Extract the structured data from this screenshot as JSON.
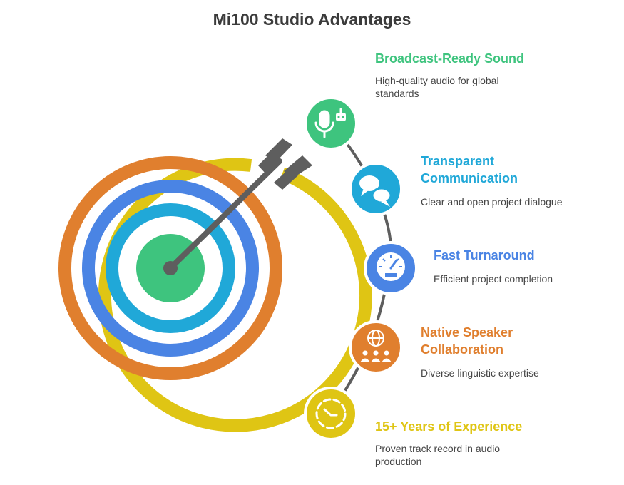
{
  "title": "Mi100 Studio Advantages",
  "items": [
    {
      "heading": "Broadcast-Ready Sound",
      "description": "High-quality audio for global standards",
      "color": "#3ec47e",
      "icon": "microphone-robot-icon"
    },
    {
      "heading": "Transparent Communication",
      "description": "Clear and open project dialogue",
      "color": "#20a8d8",
      "icon": "chat-bubbles-icon"
    },
    {
      "heading": "Fast Turnaround",
      "description": "Efficient project completion",
      "color": "#4a84e4",
      "icon": "speedometer-icon"
    },
    {
      "heading": "Native Speaker Collaboration",
      "description": "Diverse linguistic expertise",
      "color": "#e07f2e",
      "icon": "globe-people-icon"
    },
    {
      "heading": "15+ Years of Experience",
      "description": "Proven track record in audio production",
      "color": "#dfc514",
      "icon": "clock-history-icon"
    }
  ],
  "target_colors": [
    "#dfc514",
    "#e07f2e",
    "#4a84e4",
    "#20a8d8",
    "#3ec47e"
  ],
  "arrow_color": "#5e5e5e"
}
